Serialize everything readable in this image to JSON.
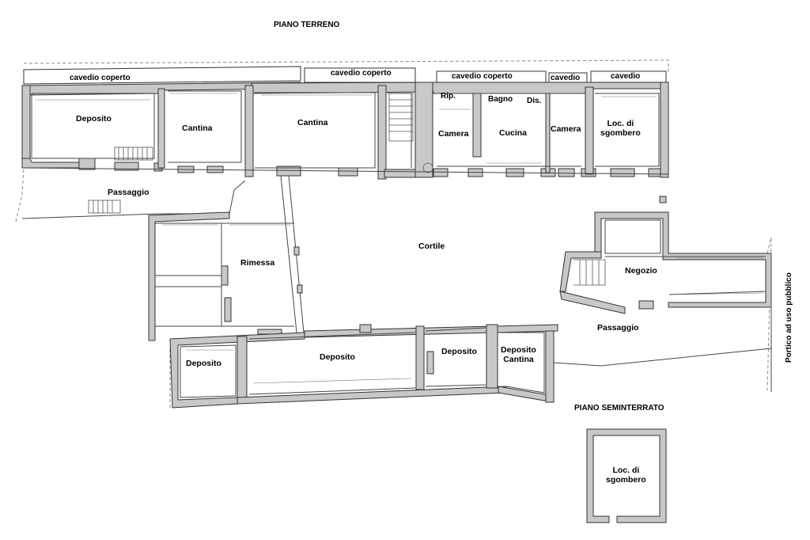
{
  "titles": {
    "ground_floor": "PIANO TERRENO",
    "basement": "PIANO SEMINTERRATO"
  },
  "vertical_label": "Portico ad uso pubblico",
  "rooms": {
    "cavedio_coperto_1": "cavedio coperto",
    "cavedio_coperto_2": "cavedio coperto",
    "cavedio_coperto_3": "cavedio coperto",
    "cavedio_1": "cavedio",
    "cavedio_2": "cavedio",
    "deposito_1": "Deposito",
    "cantina_1": "Cantina",
    "cantina_2": "Cantina",
    "rip": "Rip.",
    "bagno": "Bagno",
    "dis": "Dis.",
    "camera_1": "Camera",
    "cucina": "Cucina",
    "camera_2": "Camera",
    "loc_sgombero_1": "Loc. di\nsgombero",
    "passaggio_1": "Passaggio",
    "cortile": "Cortile",
    "rimessa": "Rimessa",
    "negozio": "Negozio",
    "passaggio_2": "Passaggio",
    "deposito_2": "Deposito",
    "deposito_3": "Deposito",
    "deposito_4": "Deposito",
    "deposito_cantina": "Deposito\nCantina",
    "loc_sgombero_2": "Loc. di\nsgombero"
  },
  "colors": {
    "wall_fill": "#c8c8c8",
    "wall_stroke": "#333333",
    "line": "#444444"
  }
}
